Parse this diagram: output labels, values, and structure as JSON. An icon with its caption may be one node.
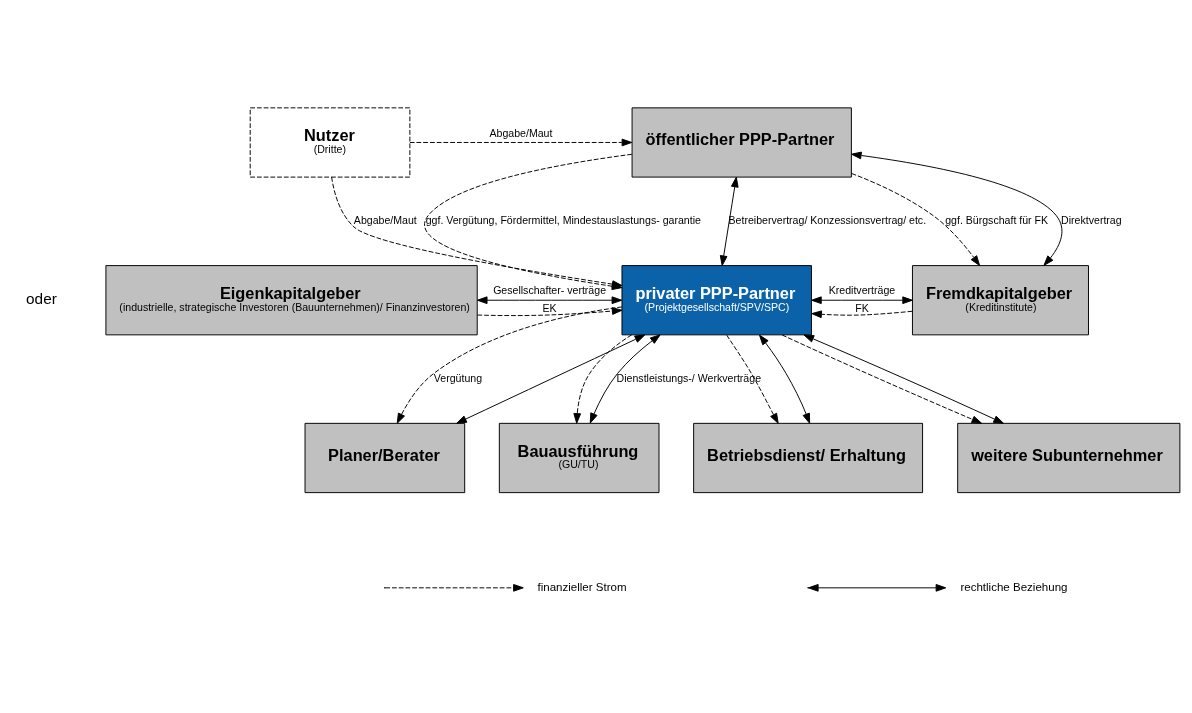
{
  "diagram": {
    "nodes": [
      {
        "text": [
          "Nutzer",
          "(Dritte)"
        ]
      },
      {
        "text": [
          "öffentlicher PPP-Partner"
        ]
      },
      {
        "text": [
          "Eigenkapitalgeber",
          "(industrielle, strategische Investoren (Bauunternehmen)/ Finanzinvestoren)"
        ]
      },
      {
        "text": [
          "privater PPP-Partner",
          "(Projektgesellschaft/SPV/SPC)"
        ]
      },
      {
        "text": [
          "Fremdkapitalgeber",
          "(Kreditinstitute)"
        ]
      },
      {
        "text": [
          "Planer/Berater"
        ]
      },
      {
        "text": [
          "Bauausführung",
          "(GU/TU)"
        ]
      },
      {
        "text": [
          "Betriebsdienst/ Erhaltung"
        ]
      },
      {
        "text": [
          "weitere Subunternehmer"
        ]
      }
    ],
    "edges": [
      {
        "from": 0,
        "to": 1,
        "arrow": "to",
        "style": "dashed",
        "label": "Abgabe/Maut"
      },
      {
        "from": 0,
        "to": 3,
        "arrow": "to",
        "style": "dashed",
        "label": "Abgabe/Maut"
      },
      {
        "from": 1,
        "to": 3,
        "arrow": "to",
        "style": "dashed",
        "label": "ggf. Vergütung, Fördermittel, Mindestauslastungs- garantie"
      },
      {
        "from": 1,
        "to": 3,
        "arrow": "both",
        "label": "Betreibervertrag/ Konzessionsvertrag/ etc."
      },
      {
        "from": 1,
        "to": 4,
        "arrow": "to",
        "style": "dashed",
        "label": "ggf. Bürgschaft für FK"
      },
      {
        "from": 1,
        "to": 4,
        "arrow": "both",
        "label": "Direktvertrag"
      },
      {
        "from": 2,
        "to": 3,
        "arrow": "to",
        "style": "dashed",
        "label": "EK"
      },
      {
        "from": 2,
        "to": 3,
        "arrow": "both",
        "label": "Gesellschafter- verträge"
      },
      {
        "from": 4,
        "to": 3,
        "arrow": "to",
        "style": "dashed",
        "label": "FK"
      },
      {
        "from": 3,
        "to": 4,
        "arrow": "both",
        "label": "Kreditverträge"
      },
      {
        "from": 3,
        "to": 5,
        "arrow": "to",
        "style": "dashed",
        "label": "Vergütung"
      },
      {
        "from": 3,
        "to": 6,
        "arrow": "to",
        "style": "dashed"
      },
      {
        "from": 3,
        "to": 7,
        "arrow": "to",
        "style": "dashed"
      },
      {
        "from": 3,
        "to": 8,
        "arrow": "to",
        "style": "dashed"
      },
      {
        "from": 3,
        "to": 5,
        "arrow": "both"
      },
      {
        "from": 3,
        "to": 6,
        "arrow": "both",
        "label": "Dienstleistungs-/ Werkverträge"
      },
      {
        "from": 3,
        "to": 7,
        "arrow": "both"
      },
      {
        "from": 3,
        "to": 8,
        "arrow": "both"
      }
    ],
    "labels": [
      "oder"
    ],
    "legend": [
      {
        "text": "finanzieller Strom"
      },
      {
        "text": "rechtliche Beziehung"
      }
    ]
  }
}
